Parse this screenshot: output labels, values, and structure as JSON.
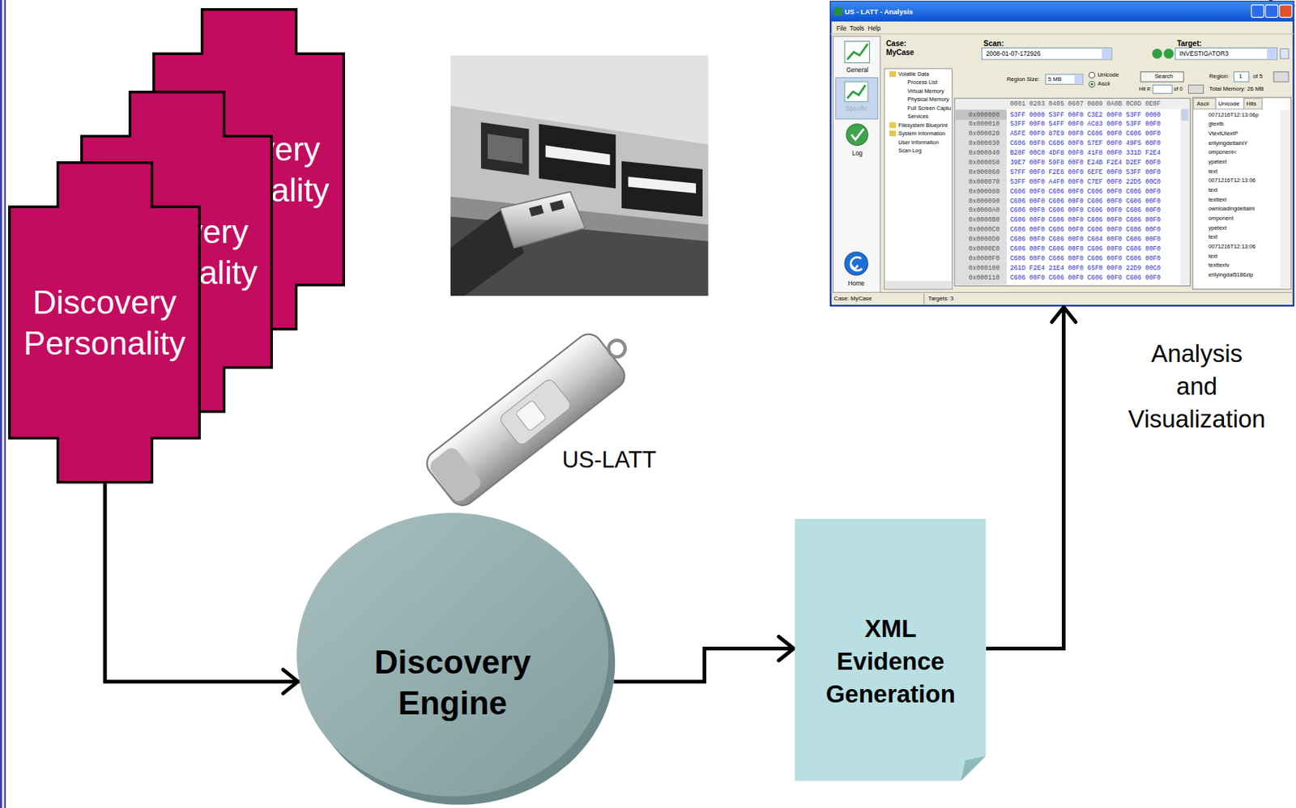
{
  "diagram": {
    "nodes": [
      {
        "text": [
          "Discovery Personality"
        ]
      },
      {
        "text": [
          "Discovery Personality"
        ]
      },
      {
        "text": [
          "Discovery Personality"
        ]
      },
      {
        "text": [
          "Discovery Engine"
        ]
      },
      {
        "text": [
          "XML Evidence Generation"
        ]
      },
      {
        "text": [
          "US - LATT - Analysis",
          "File",
          "Tools",
          "Help",
          "Case:",
          "MyCase",
          "Scan:",
          "2008-01-07-172926",
          "Target:",
          "INVESTIGATOR3",
          "General",
          "Specific",
          "Log",
          "Home",
          "Volatile Data",
          "Process List",
          "Virtual Memory",
          "Physical Memory",
          "Full Screen Captu",
          "Services",
          "Filesystem Blueprint",
          "System Information",
          "User Information",
          "Scan Log",
          "Region Size:",
          "5 MB",
          "Unicode",
          "Ascii",
          "Search",
          "Hit #:",
          "of 0",
          "Region:",
          "1",
          "of 5",
          "Total Memory: 26 MB",
          "0001 0203 0405 0607 0809 0A0B 0C0D 0E0F",
          "0x000000",
          "0x000010",
          "0x000020",
          "0x000030",
          "0x000040",
          "0x000050",
          "0x000060",
          "0x000070",
          "0x000080",
          "0x000090",
          "0x0000A0",
          "0x0000B0",
          "0x0000C0",
          "0x0000D0",
          "0x0000E0",
          "0x0000F0",
          "0x000100",
          "0x000110",
          "53FF 0000 53FF 00F0 C3E2 00F0 53FF 0000",
          "53FF 00F0 54FF 00F0 AC83 00F0 53FF 00F0",
          "A5FE 00F0 87E9 00F0 C606 00F0 C606 00F0",
          "C606 00F0 C606 00F0 57EF 00F0 49F5 00F0",
          "B20F 00C0 4DF8 00F0 41F8 00F0 331D F2E4",
          "39E7 00F0 59F8 00F0 E24B F2E4 D2EF 00F0",
          "57FF 00F0 F2E6 00F0 6EFE 00F0 53FF 00F0",
          "53FF 00F0 A4F0 00F0 C7EF 00F0 22D5 00C0",
          "C606 00F0 C606 00F0 C606 00F0 C606 00F0",
          "C606 00F0 C606 00F0 C606 00F0 C606 00F0",
          "C606 00F0 C606 00F0 C606 00F0 C606 00F0",
          "C606 00F0 C606 00F0 C606 00F0 C606 00F0",
          "C606 00F0 C606 00F0 C606 00F0 C606 00F0",
          "C606 00F0 C606 00F0 C604 00F0 C606 00F0",
          "C606 00F0 C606 00F0 C606 00F0 C606 00F0",
          "C606 00F0 C606 00F0 C606 00F0 C606 00F0",
          "261D F2E4 21E4 00F0 65F0 00F0 22D9 00C0",
          "C606 00F0 C606 00F0 C606 00F0 C606 00F0",
          "Ascii",
          "Unicode",
          "Hits",
          "0071216T12:13:06p",
          "gtextb",
          "VtextUtextP",
          "erilyingdeltainiY",
          "omponent<",
          "ypetext",
          "text",
          "0071216T12:13:06",
          "text",
          "texttext",
          "ownloadingdeltaini",
          "omponent",
          "ypetext",
          "text",
          "0071216T12:13:06",
          "text",
          "texttextv",
          "erilyingdal5186zip",
          "Case: MyCase",
          "Targets: 3"
        ]
      }
    ],
    "edges": [
      {
        "from": 2,
        "to": 3,
        "arrow": "to"
      },
      {
        "from": 3,
        "to": 4,
        "arrow": "to"
      },
      {
        "from": 4,
        "to": 5,
        "arrow": "to",
        "label": "Analysis and Visualization"
      }
    ],
    "labels": [
      "US-LATT"
    ]
  }
}
